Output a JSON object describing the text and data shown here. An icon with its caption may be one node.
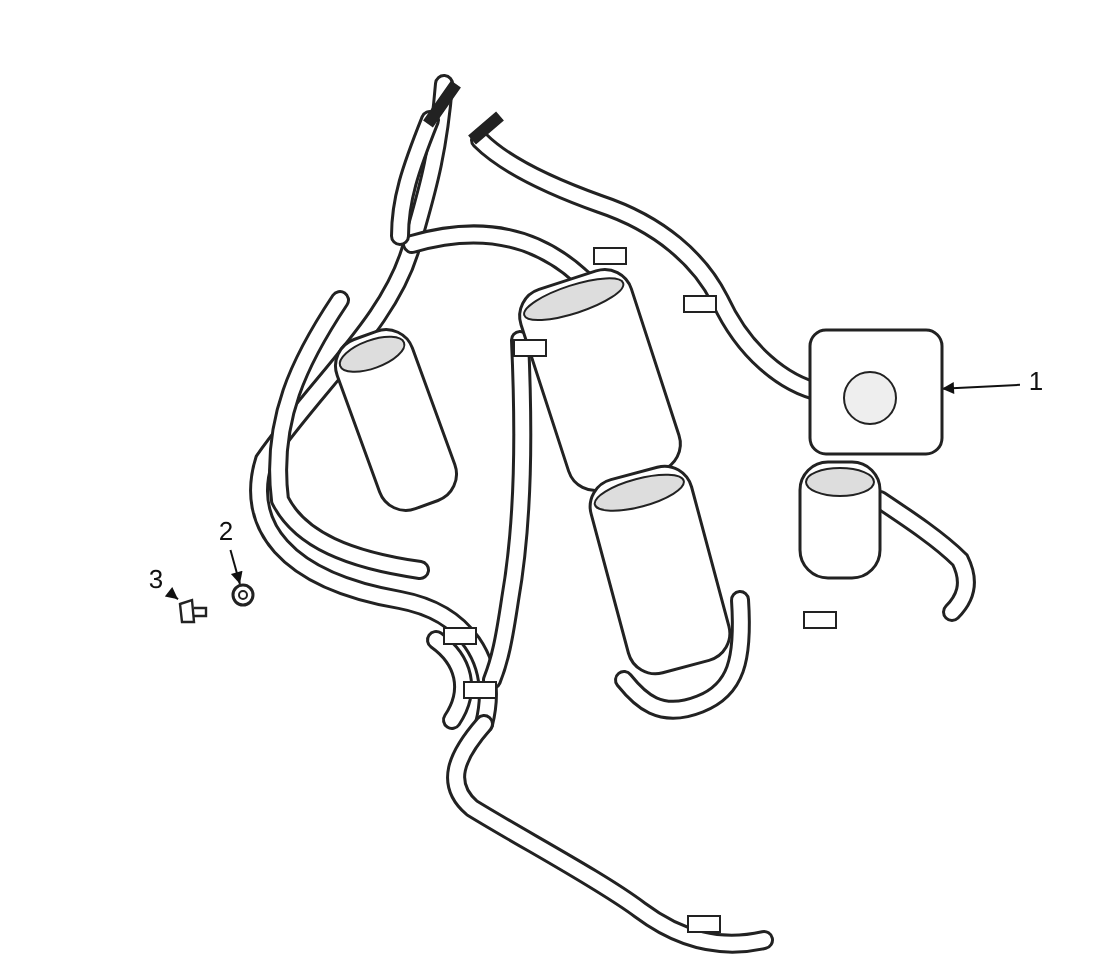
{
  "diagram": {
    "nodes": [
      {
        "text": [
          "1"
        ]
      },
      {
        "text": [],
        "shape": "picture"
      },
      {
        "text": [
          "2"
        ]
      },
      {
        "text": [],
        "shape": "circle"
      },
      {
        "text": [
          "3"
        ]
      },
      {
        "text": [],
        "shape": "picture"
      }
    ],
    "edges": [
      {
        "from": 0,
        "to": 1,
        "arrow": "to"
      },
      {
        "from": 2,
        "to": 3,
        "arrow": "to"
      },
      {
        "from": 4,
        "to": 5,
        "arrow": "to"
      }
    ]
  }
}
